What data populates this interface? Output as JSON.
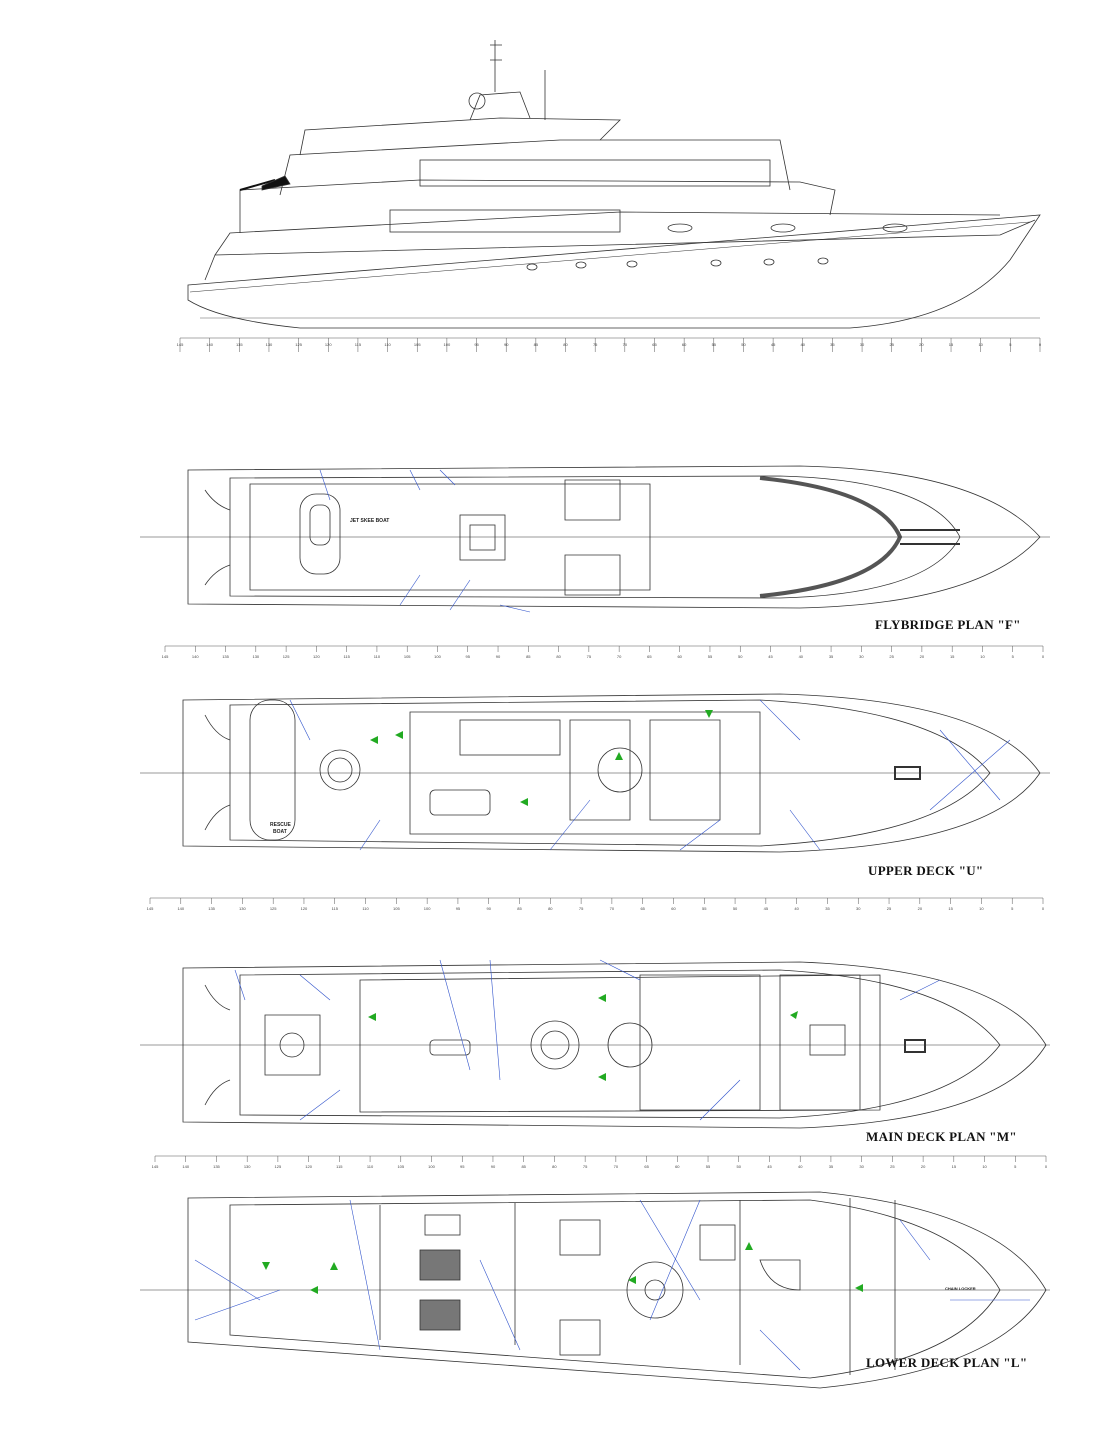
{
  "plans": {
    "flybridge": {
      "title": "FLYBRIDGE PLAN \"F\"",
      "labels": {
        "jet_ski": "JET SKEE BOAT"
      }
    },
    "upper": {
      "title": "UPPER DECK \"U\"",
      "labels": {
        "rescue_boat_1": "RESCUE",
        "rescue_boat_2": "BOAT"
      }
    },
    "main": {
      "title": "MAIN DECK PLAN \"M\""
    },
    "lower": {
      "title": "LOWER DECK PLAN \"L\"",
      "labels": {
        "chain_locker": "CHAIN LOCKER"
      }
    }
  },
  "scale": {
    "ticks": [
      "145",
      "140",
      "135",
      "130",
      "125",
      "120",
      "115",
      "110",
      "105",
      "100",
      "95",
      "90",
      "85",
      "80",
      "75",
      "70",
      "65",
      "60",
      "55",
      "50",
      "45",
      "40",
      "35",
      "30",
      "25",
      "20",
      "15",
      "10",
      "5",
      "0"
    ]
  },
  "colors": {
    "line": "#333333",
    "arrow": "#22aa22",
    "annotation": "#3355cc"
  }
}
